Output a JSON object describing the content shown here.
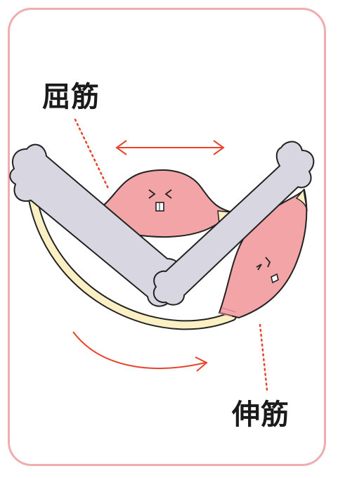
{
  "labels": {
    "flexor": "屈筋",
    "extensor": "伸筋"
  },
  "colors": {
    "card_border": "#efadb0",
    "bone": "#d8d6e0",
    "muscle": "#f2a4a7",
    "tendon": "#fbf0c4",
    "arrow": "#e8442d",
    "outline": "#222222"
  },
  "icons": {
    "flexor_face": "contracted-face",
    "extensor_face": "relaxed-face"
  }
}
